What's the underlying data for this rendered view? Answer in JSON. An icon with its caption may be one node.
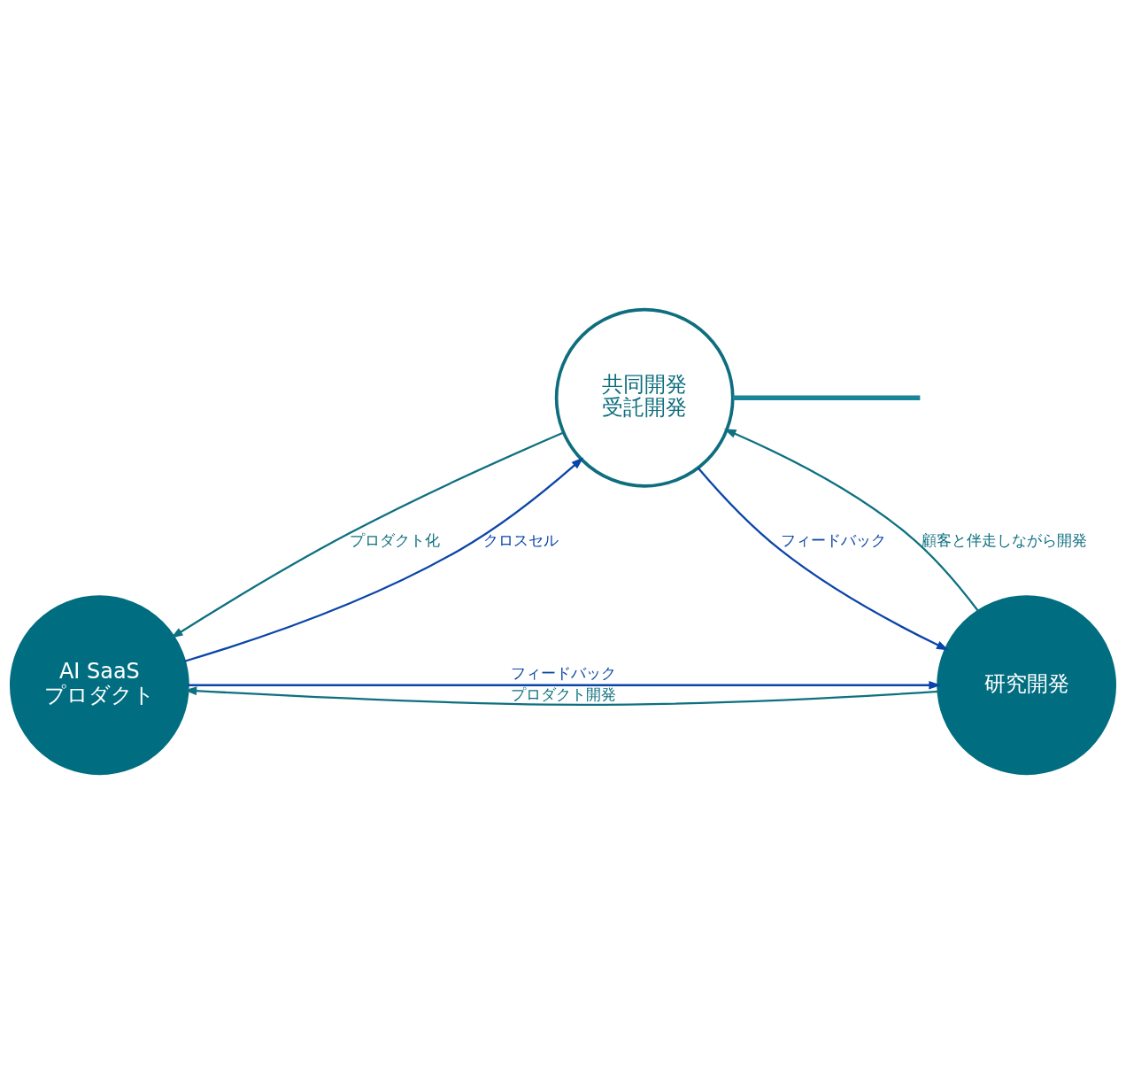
{
  "diagram": {
    "nodes": [
      {
        "text": [
          "共同開発",
          "受託開発"
        ]
      },
      {
        "text": [
          "AI SaaS",
          "プロダクト"
        ]
      },
      {
        "text": [
          "研究開発"
        ]
      }
    ],
    "edges": [
      {
        "from": 0,
        "to": 1,
        "arrow": "to",
        "label": "プロダクト化",
        "color": "#0e7080"
      },
      {
        "from": 1,
        "to": 0,
        "arrow": "to",
        "label": "クロスセル",
        "color": "#0a45a8"
      },
      {
        "from": 0,
        "to": 2,
        "arrow": "to",
        "label": "フィードバック",
        "color": "#0a45a8"
      },
      {
        "from": 2,
        "to": 0,
        "arrow": "to",
        "label": "顧客と伴走しながら開発",
        "color": "#0e7080"
      },
      {
        "from": 1,
        "to": 2,
        "arrow": "to",
        "label": "フィードバック",
        "color": "#0a45a8"
      },
      {
        "from": 2,
        "to": 1,
        "arrow": "to",
        "label": "プロダクト開発",
        "color": "#0e7080"
      },
      {
        "from": 0,
        "to": null,
        "arrow": "none",
        "style": "thick",
        "color": "#1a8599"
      }
    ]
  }
}
